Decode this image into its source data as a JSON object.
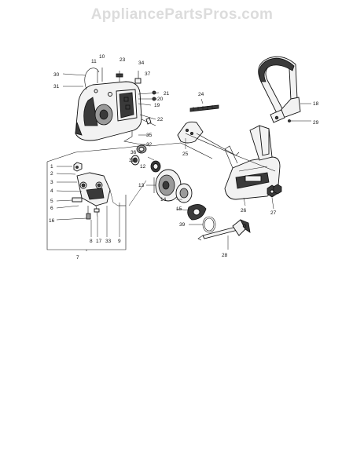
{
  "watermark": "AppliancePartsPros.com",
  "callouts": [
    "1",
    "2",
    "3",
    "4",
    "5",
    "6",
    "7",
    "8",
    "9",
    "10",
    "11",
    "12",
    "13",
    "14",
    "15",
    "16",
    "17",
    "18",
    "19",
    "20",
    "21",
    "22",
    "23",
    "24",
    "25",
    "26",
    "27",
    "28",
    "29",
    "30",
    "31",
    "32",
    "33",
    "34",
    "35",
    "36",
    "37",
    "38",
    "39"
  ],
  "icons": [
    "clutch-cover-assembly",
    "bar-guide",
    "front-handle",
    "chain-brake-cover",
    "clutch-drum",
    "scrench-tool",
    "oil-pump-assembly",
    "retaining-ring"
  ]
}
